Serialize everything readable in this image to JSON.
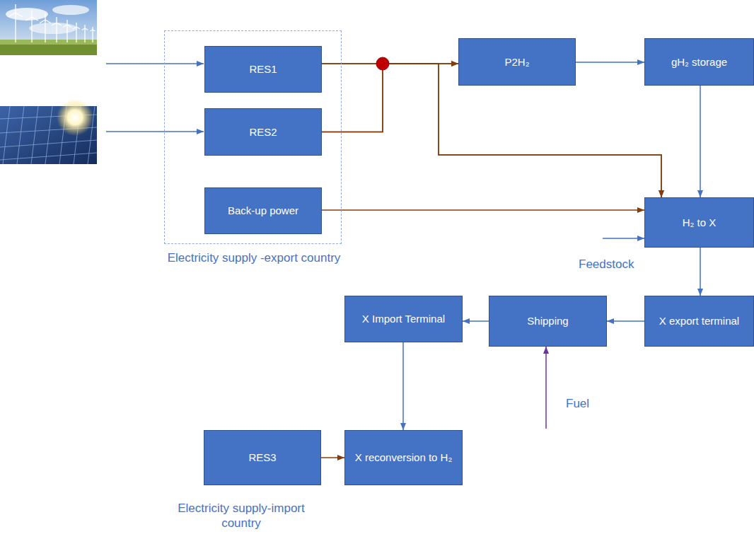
{
  "diagram": {
    "nodes": [
      {
        "text": [
          "Electricity supply -export country"
        ]
      },
      {
        "text": [
          "RES1"
        ],
        "in": 0
      },
      {
        "text": [
          "RES2"
        ],
        "in": 0
      },
      {
        "text": [
          "Back-up power"
        ],
        "in": 0
      },
      {
        "text": [
          "P2H₂"
        ]
      },
      {
        "text": [
          "gH₂ storage"
        ]
      },
      {
        "text": [
          "H₂ to X"
        ]
      },
      {
        "text": [
          "X export terminal"
        ]
      },
      {
        "text": [
          "Shipping"
        ]
      },
      {
        "text": [
          "X Import Terminal"
        ]
      },
      {
        "text": [
          "X reconversion to H₂"
        ]
      },
      {
        "text": [
          "RES3"
        ]
      }
    ],
    "edges": [
      {
        "from": 1,
        "to": 4,
        "arrow": "to"
      },
      {
        "from": 2,
        "to": 4,
        "arrow": "to"
      },
      {
        "from": 1,
        "to": 6,
        "arrow": "to"
      },
      {
        "from": 2,
        "to": 6,
        "arrow": "to"
      },
      {
        "from": 4,
        "to": 5,
        "arrow": "to"
      },
      {
        "from": 5,
        "to": 6,
        "arrow": "to"
      },
      {
        "from": 3,
        "to": 6,
        "arrow": "to"
      },
      {
        "from": 6,
        "to": 7,
        "arrow": "to"
      },
      {
        "from": 7,
        "to": 8,
        "arrow": "to"
      },
      {
        "from": 8,
        "to": 9,
        "arrow": "to"
      },
      {
        "from": 9,
        "to": 10,
        "arrow": "to"
      },
      {
        "from": 11,
        "to": 10,
        "arrow": "to"
      }
    ],
    "labels": [
      "Feedstock",
      "Fuel",
      "Electricity supply-import country"
    ]
  }
}
